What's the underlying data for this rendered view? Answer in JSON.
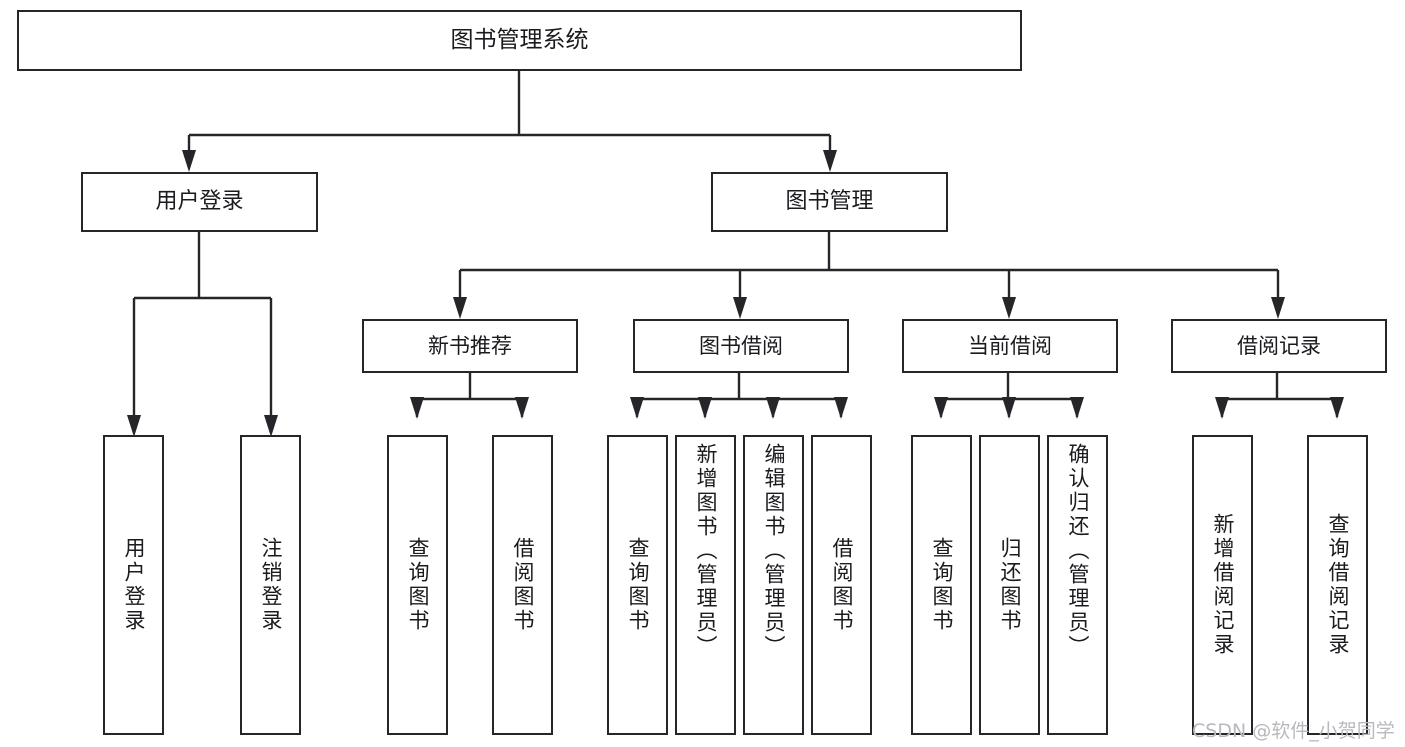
{
  "diagram": {
    "title": "图书管理系统",
    "type": "hierarchy-tree",
    "watermark": "CSDN @软件_小贺同学",
    "colors": {
      "stroke": "#26262a",
      "text": "#1b1b1f",
      "background": "#ffffff",
      "watermark": "#b9b9bd"
    },
    "levels": {
      "root": {
        "label": "图书管理系统"
      },
      "level2": [
        {
          "id": "user-login",
          "label": "用户登录"
        },
        {
          "id": "book-management",
          "label": "图书管理"
        }
      ],
      "level3": [
        {
          "id": "new-book-recommend",
          "label": "新书推荐"
        },
        {
          "id": "book-borrow",
          "label": "图书借阅"
        },
        {
          "id": "current-borrow",
          "label": "当前借阅"
        },
        {
          "id": "borrow-record",
          "label": "借阅记录"
        }
      ],
      "leaves": [
        {
          "id": "leaf-user-login",
          "parent": "user-login",
          "label": "用户登录"
        },
        {
          "id": "leaf-logout-login",
          "parent": "user-login",
          "label": "注销登录"
        },
        {
          "id": "leaf-query-book-1",
          "parent": "new-book-recommend",
          "label": "查询图书"
        },
        {
          "id": "leaf-borrow-book-1",
          "parent": "new-book-recommend",
          "label": "借阅图书"
        },
        {
          "id": "leaf-query-book-2",
          "parent": "book-borrow",
          "label": "查询图书"
        },
        {
          "id": "leaf-add-book",
          "parent": "book-borrow",
          "label": "新增图书（管理员）"
        },
        {
          "id": "leaf-edit-book",
          "parent": "book-borrow",
          "label": "编辑图书（管理员）"
        },
        {
          "id": "leaf-borrow-book-2",
          "parent": "book-borrow",
          "label": "借阅图书"
        },
        {
          "id": "leaf-query-book-3",
          "parent": "current-borrow",
          "label": "查询图书"
        },
        {
          "id": "leaf-return-book",
          "parent": "current-borrow",
          "label": "归还图书"
        },
        {
          "id": "leaf-confirm-return",
          "parent": "current-borrow",
          "label": "确认归还（管理员）"
        },
        {
          "id": "leaf-add-record",
          "parent": "borrow-record",
          "label": "新增借阅记录"
        },
        {
          "id": "leaf-query-record",
          "parent": "borrow-record",
          "label": "查询借阅记录"
        }
      ]
    }
  }
}
